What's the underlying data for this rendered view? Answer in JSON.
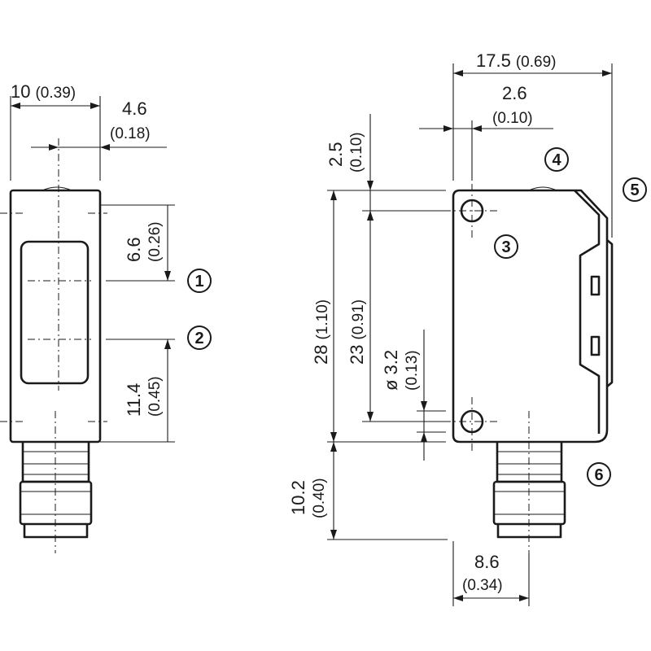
{
  "dimensions": {
    "width_total": {
      "mm": "10",
      "in": "(0.39)"
    },
    "lens_offset_x": {
      "mm": "4.6",
      "in": "(0.18)"
    },
    "axis1_from_top": {
      "mm": "6.6",
      "in": "(0.26)"
    },
    "axis2_from_bottom": {
      "mm": "11.4",
      "in": "(0.45)"
    },
    "depth_total": {
      "mm": "17.5",
      "in": "(0.69)"
    },
    "front_offset": {
      "mm": "2.6",
      "in": "(0.10)"
    },
    "hole_top_offset": {
      "mm": "2.5",
      "in": "(0.10)"
    },
    "height_total": {
      "mm": "28",
      "in": "(1.10)"
    },
    "hole_spacing": {
      "mm": "23",
      "in": "(0.91)"
    },
    "hole_diameter": {
      "mm": "ø 3.2",
      "in": "(0.13)"
    },
    "connector_length": {
      "mm": "10.2",
      "in": "(0.40)"
    },
    "connector_offset": {
      "mm": "8.6",
      "in": "(0.34)"
    }
  },
  "callouts": [
    "1",
    "2",
    "3",
    "4",
    "5",
    "6"
  ]
}
